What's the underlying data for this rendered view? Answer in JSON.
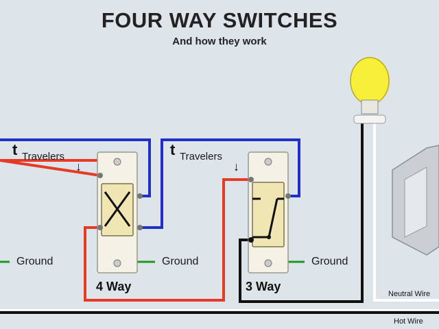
{
  "title": "FOUR WAY SWITCHES",
  "subtitle": "And how they work",
  "labels": {
    "travelers_left": "Travelers",
    "travelers_right": "Travelers",
    "ground_1": "Ground",
    "ground_2": "Ground",
    "ground_3": "Ground",
    "switch_4way": "4 Way",
    "switch_3way": "3 Way",
    "neutral": "Neutral Wire",
    "hot": "Hot Wire"
  },
  "colors": {
    "background": "#dde4ea",
    "red_wire": "#e63a24",
    "blue_wire": "#1f2fc8",
    "black_wire": "#111111",
    "white_wire": "#ffffff",
    "ground_wire": "#1a9a1a",
    "bulb": "#f8ef3a"
  }
}
